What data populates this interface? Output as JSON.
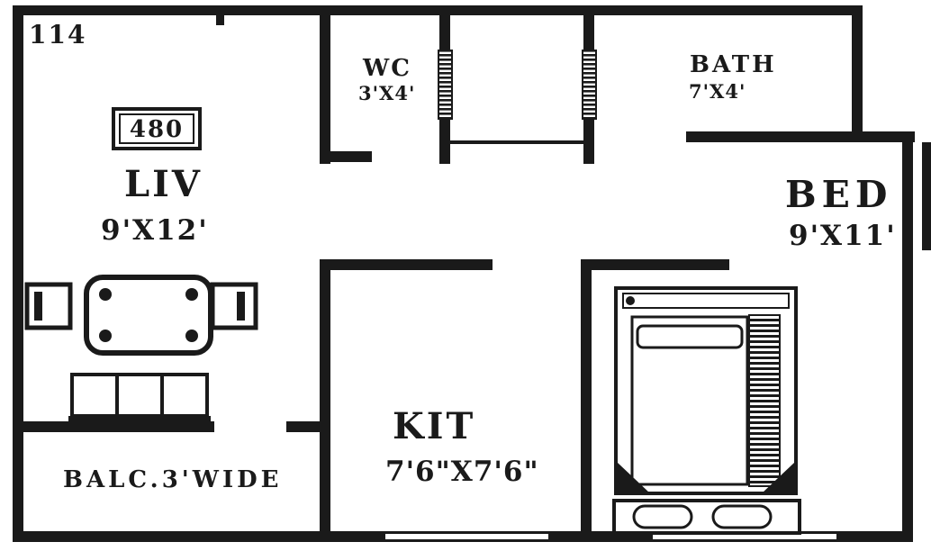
{
  "plan": {
    "unit_number": "114",
    "area_label": "480",
    "rooms": {
      "living": {
        "name": "LIV",
        "size": "9'X12'"
      },
      "wc": {
        "name": "WC",
        "size": "3'X4'"
      },
      "bath": {
        "name": "BATH",
        "size": "7'X4'"
      },
      "bed": {
        "name": "BED",
        "size": "9'X11'"
      },
      "kitchen": {
        "name": "KIT",
        "size": "7'6\"X7'6\""
      },
      "balcony": {
        "name": "BALC.3'WIDE"
      }
    },
    "colors": {
      "ink": "#1a1a1a",
      "paper": "#ffffff"
    }
  }
}
